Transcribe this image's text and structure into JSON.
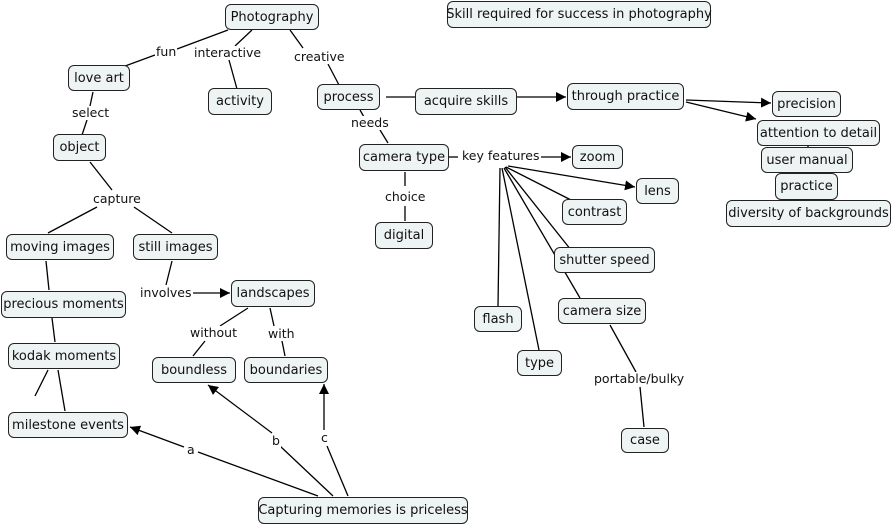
{
  "nodes": {
    "photography": "Photography",
    "skill": "Skill required for success in photography",
    "love_art": "love art",
    "activity": "activity",
    "process": "process",
    "acquire_skills": "acquire skills",
    "through_practice": "through practice",
    "precision": "precision",
    "attention": "attention to detail",
    "user_manual": "user manual",
    "practice": "practice",
    "diversity": "diversity of backgrounds",
    "object": "object",
    "camera_type": "camera type",
    "zoom": "zoom",
    "lens": "lens",
    "contrast": "contrast",
    "digital": "digital",
    "moving_images": "moving images",
    "still_images": "still images",
    "shutter_speed": "shutter speed",
    "precious": "precious moments",
    "landscapes": "landscapes",
    "camera_size": "camera size",
    "flash": "flash",
    "kodak": "kodak moments",
    "type": "type",
    "boundless": "boundless",
    "boundaries": "boundaries",
    "milestone": "milestone events",
    "case": "case",
    "capturing": "Capturing memories is priceless"
  },
  "labels": {
    "fun": "fun",
    "interactive": "interactive",
    "creative": "creative",
    "select": "select",
    "needs": "needs",
    "key_features": "key features",
    "choice": "choice",
    "capture": "capture",
    "involves": "involves",
    "without": "without",
    "with": "with",
    "portable": "portable/bulky",
    "a": "a",
    "b": "b",
    "c": "c"
  }
}
